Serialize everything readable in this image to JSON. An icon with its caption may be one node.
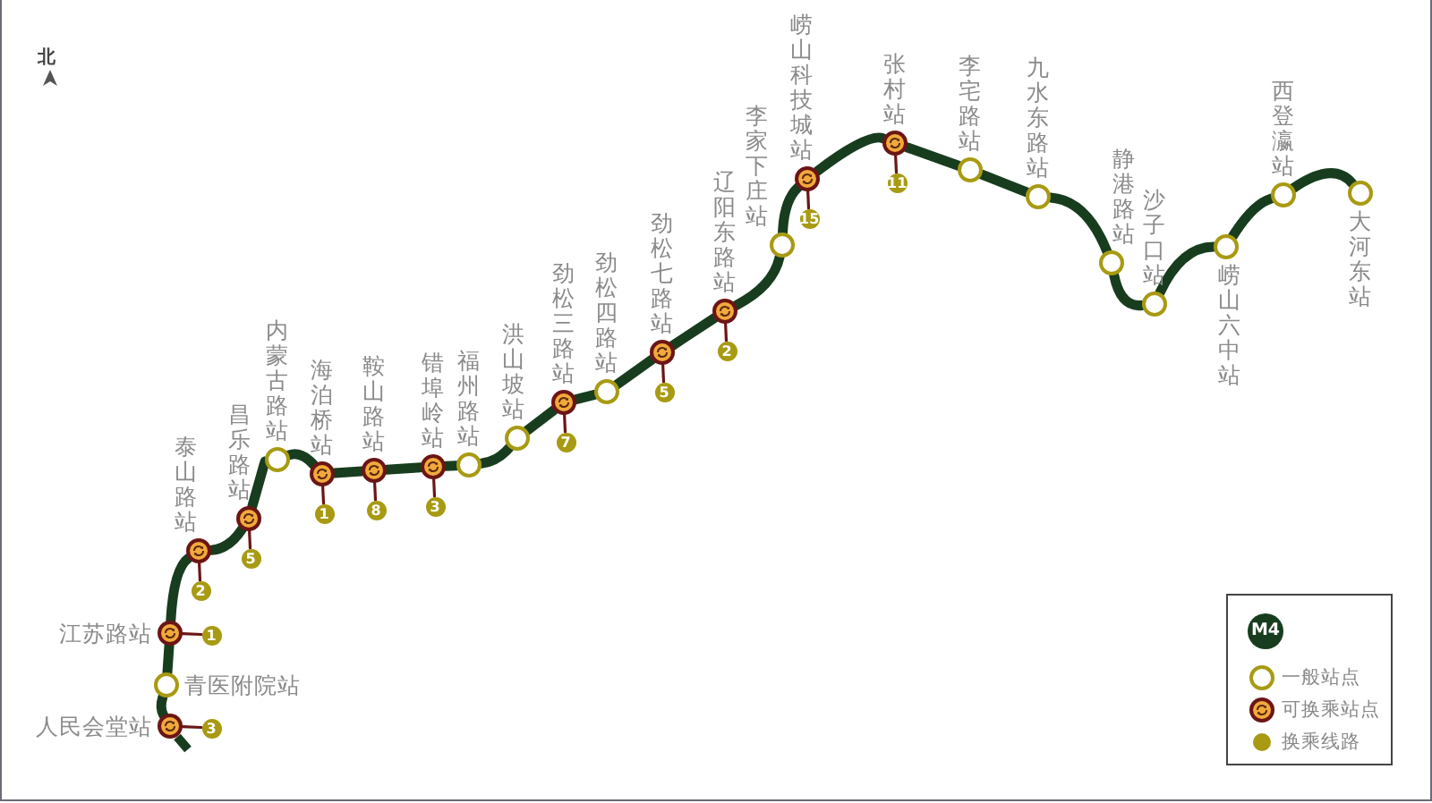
{
  "diagram": {
    "nodes": [
      {
        "text": [
          "人民会堂站"
        ]
      },
      {
        "text": [
          "青医附院站"
        ]
      },
      {
        "text": [
          "江苏路站"
        ]
      },
      {
        "text": [
          "泰山路站"
        ]
      },
      {
        "text": [
          "昌乐路站"
        ]
      },
      {
        "text": [
          "内蒙古路站"
        ]
      },
      {
        "text": [
          "海泊桥站"
        ]
      },
      {
        "text": [
          "鞍山路站"
        ]
      },
      {
        "text": [
          "错埠岭站"
        ]
      },
      {
        "text": [
          "福州路站"
        ]
      },
      {
        "text": [
          "洪山坡站"
        ]
      },
      {
        "text": [
          "劲松三路站"
        ]
      },
      {
        "text": [
          "劲松四路站"
        ]
      },
      {
        "text": [
          "劲松七路站"
        ]
      },
      {
        "text": [
          "辽阳东路站"
        ]
      },
      {
        "text": [
          "李家下庄站"
        ]
      },
      {
        "text": [
          "崂山科技城站"
        ]
      },
      {
        "text": [
          "张村站"
        ]
      },
      {
        "text": [
          "李宅路站"
        ]
      },
      {
        "text": [
          "九水东路站"
        ]
      },
      {
        "text": [
          "静港路站"
        ]
      },
      {
        "text": [
          "沙子口站"
        ]
      },
      {
        "text": [
          "崂山六中站"
        ]
      },
      {
        "text": [
          "西登瀛站"
        ]
      },
      {
        "text": [
          "大河东站"
        ]
      },
      {
        "text": [
          "3"
        ]
      },
      {
        "text": [
          "1"
        ]
      },
      {
        "text": [
          "2"
        ]
      },
      {
        "text": [
          "5"
        ]
      },
      {
        "text": [
          "1"
        ]
      },
      {
        "text": [
          "8"
        ]
      },
      {
        "text": [
          "3"
        ]
      },
      {
        "text": [
          "7"
        ]
      },
      {
        "text": [
          "5"
        ]
      },
      {
        "text": [
          "2"
        ]
      },
      {
        "text": [
          "15"
        ]
      },
      {
        "text": [
          "11"
        ]
      }
    ],
    "edges": [
      {
        "from": 0,
        "to": 1,
        "arrow": "none"
      },
      {
        "from": 1,
        "to": 2,
        "arrow": "none"
      },
      {
        "from": 2,
        "to": 3,
        "arrow": "none"
      },
      {
        "from": 3,
        "to": 4,
        "arrow": "none"
      },
      {
        "from": 4,
        "to": 5,
        "arrow": "none"
      },
      {
        "from": 5,
        "to": 6,
        "arrow": "none"
      },
      {
        "from": 6,
        "to": 7,
        "arrow": "none"
      },
      {
        "from": 7,
        "to": 8,
        "arrow": "none"
      },
      {
        "from": 8,
        "to": 9,
        "arrow": "none"
      },
      {
        "from": 9,
        "to": 10,
        "arrow": "none"
      },
      {
        "from": 10,
        "to": 11,
        "arrow": "none"
      },
      {
        "from": 11,
        "to": 12,
        "arrow": "none"
      },
      {
        "from": 12,
        "to": 13,
        "arrow": "none"
      },
      {
        "from": 13,
        "to": 14,
        "arrow": "none"
      },
      {
        "from": 14,
        "to": 15,
        "arrow": "none"
      },
      {
        "from": 15,
        "to": 16,
        "arrow": "none"
      },
      {
        "from": 16,
        "to": 17,
        "arrow": "none"
      },
      {
        "from": 17,
        "to": 18,
        "arrow": "none"
      },
      {
        "from": 18,
        "to": 19,
        "arrow": "none"
      },
      {
        "from": 19,
        "to": 20,
        "arrow": "none"
      },
      {
        "from": 20,
        "to": 21,
        "arrow": "none"
      },
      {
        "from": 21,
        "to": 22,
        "arrow": "none"
      },
      {
        "from": 22,
        "to": 23,
        "arrow": "none"
      },
      {
        "from": 23,
        "to": 24,
        "arrow": "none"
      },
      {
        "from": 0,
        "to": 25,
        "arrow": "none",
        "color": "#6b1515"
      },
      {
        "from": 2,
        "to": 26,
        "arrow": "none",
        "color": "#6b1515"
      },
      {
        "from": 3,
        "to": 27,
        "arrow": "none",
        "color": "#6b1515"
      },
      {
        "from": 4,
        "to": 28,
        "arrow": "none",
        "color": "#6b1515"
      },
      {
        "from": 6,
        "to": 29,
        "arrow": "none",
        "color": "#6b1515"
      },
      {
        "from": 7,
        "to": 30,
        "arrow": "none",
        "color": "#6b1515"
      },
      {
        "from": 8,
        "to": 31,
        "arrow": "none",
        "color": "#6b1515"
      },
      {
        "from": 11,
        "to": 32,
        "arrow": "none",
        "color": "#6b1515"
      },
      {
        "from": 13,
        "to": 33,
        "arrow": "none",
        "color": "#6b1515"
      },
      {
        "from": 14,
        "to": 34,
        "arrow": "none",
        "color": "#6b1515"
      },
      {
        "from": 16,
        "to": 35,
        "arrow": "none",
        "color": "#6b1515"
      },
      {
        "from": 17,
        "to": 36,
        "arrow": "none",
        "color": "#6b1515"
      }
    ],
    "labels": [
      "北",
      "M4"
    ],
    "legend": [
      {
        "text": "一般站点"
      },
      {
        "text": "可换乘站点"
      },
      {
        "text": "换乘线路",
        "color": "#a89a12"
      }
    ]
  }
}
